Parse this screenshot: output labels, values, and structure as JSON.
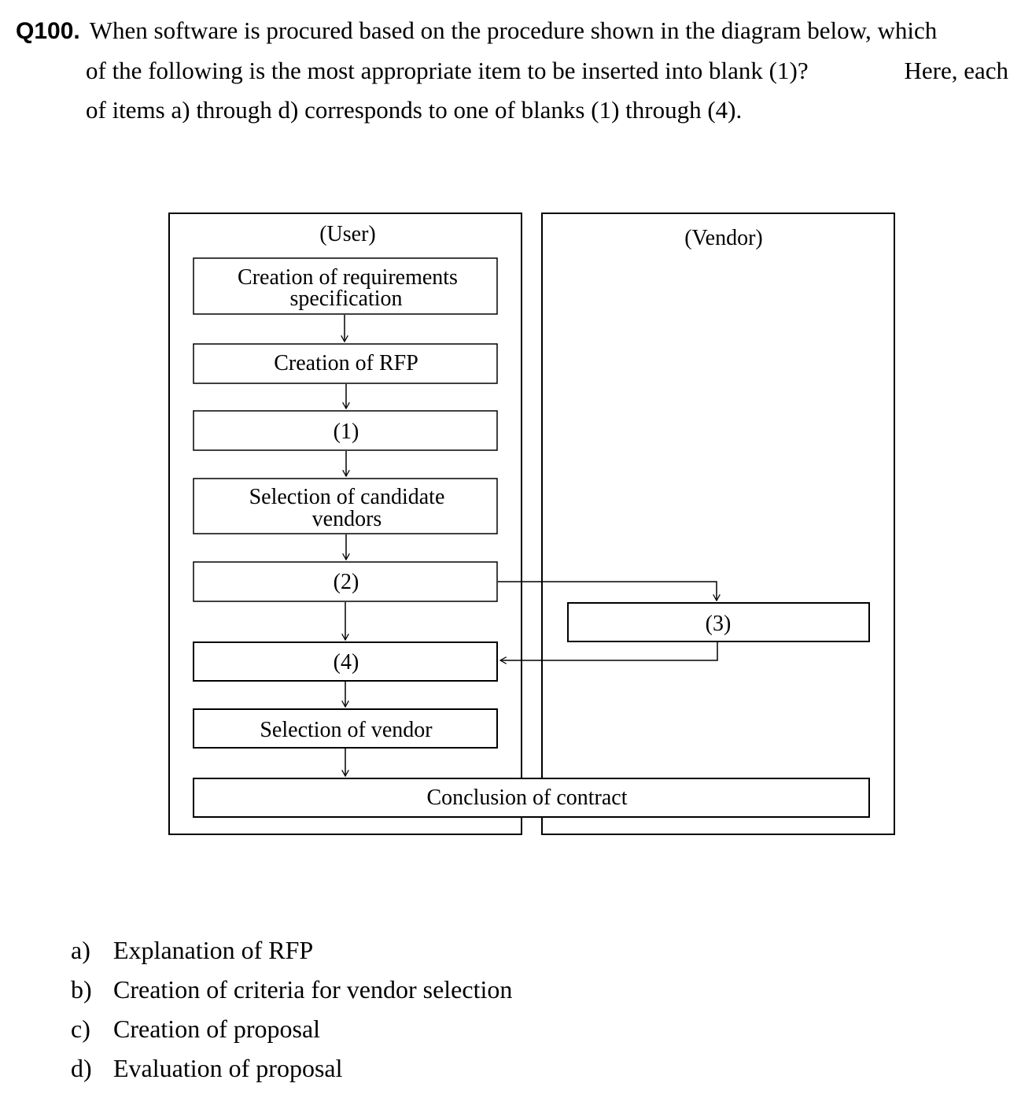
{
  "question": {
    "number": "Q100.",
    "line1": "When software is procured based on the procedure shown in the diagram below, which",
    "line2a": "of the following is the most appropriate item to be inserted into blank (1)?",
    "line2b": "Here, each",
    "line3": "of items a) through d) corresponds to one of blanks (1) through (4)."
  },
  "diagram": {
    "user_label": "(User)",
    "vendor_label": "(Vendor)",
    "step_req_spec_line1": "Creation of requirements",
    "step_req_spec_line2": "specification",
    "step_rfp": "Creation of RFP",
    "blank1": "(1)",
    "step_candidates_line1": "Selection of candidate",
    "step_candidates_line2": "vendors",
    "blank2": "(2)",
    "blank3": "(3)",
    "blank4": "(4)",
    "step_select_vendor": "Selection of vendor",
    "step_contract": "Conclusion of contract"
  },
  "choices": [
    {
      "label": "a)",
      "text": "Explanation of RFP"
    },
    {
      "label": "b)",
      "text": "Creation of criteria for vendor selection"
    },
    {
      "label": "c)",
      "text": "Creation of proposal"
    },
    {
      "label": "d)",
      "text": "Evaluation of proposal"
    }
  ]
}
